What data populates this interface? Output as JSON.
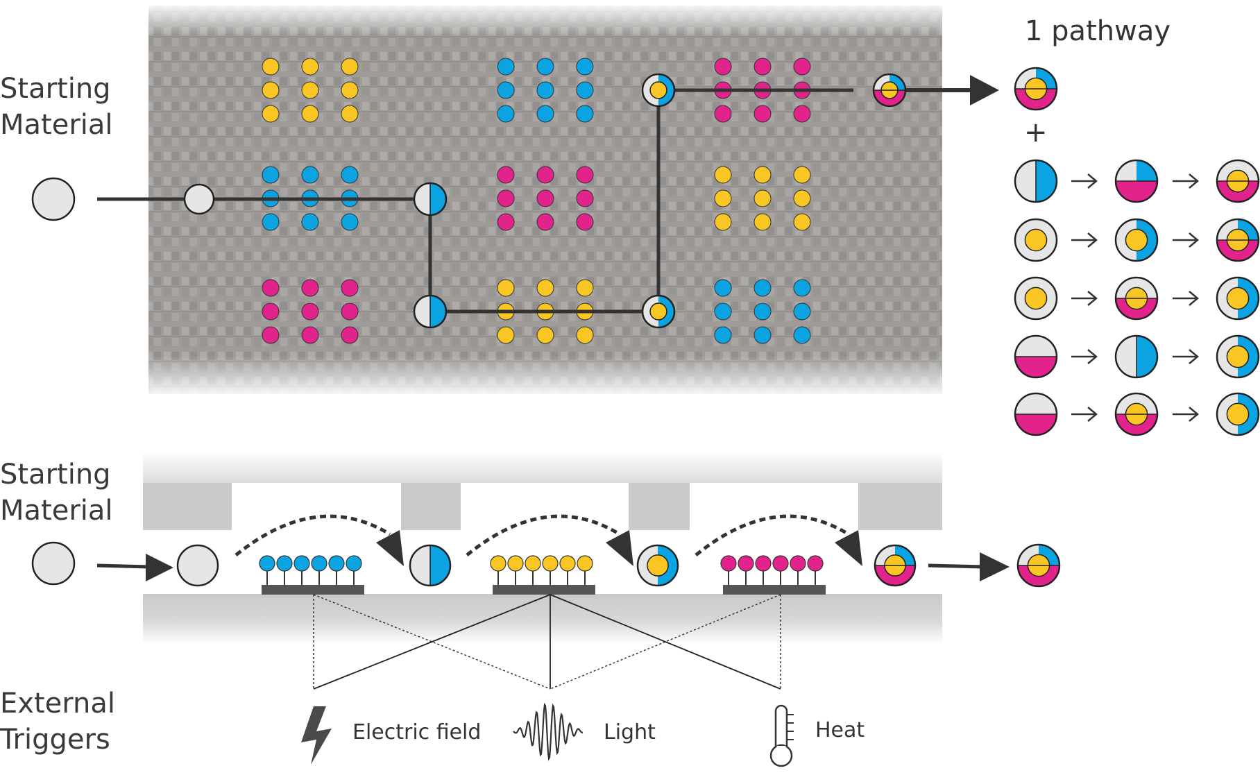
{
  "labels": {
    "starting_material_top": [
      "Starting",
      "Material"
    ],
    "starting_material_bottom": [
      "Starting",
      "Material"
    ],
    "external_triggers": [
      "External",
      "Triggers"
    ]
  },
  "pathway": {
    "title": "1 pathway",
    "plus": "+"
  },
  "triggers": {
    "electric": "Electric field",
    "light": "Light",
    "heat": "Heat"
  },
  "colors": {
    "yellow": "#f9c623",
    "blue": "#0ca3e2",
    "magenta": "#e3238c",
    "grey": "#e6e6e6",
    "stroke": "#222222",
    "line": "#333333"
  },
  "icons": {
    "electric": "lightning-bolt-icon",
    "light": "wave-packet-icon",
    "heat": "thermometer-icon"
  }
}
